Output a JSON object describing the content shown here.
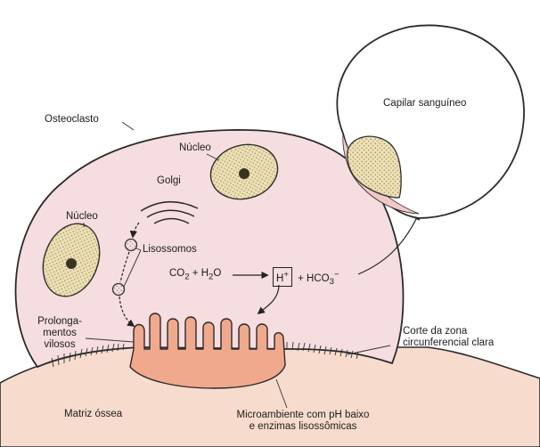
{
  "labels": {
    "osteoclast": "Osteoclasto",
    "capillary": "Capilar sanguíneo",
    "nucleus_top": "Núcleo",
    "nucleus_left": "Núcleo",
    "golgi": "Golgi",
    "lysosomes": "Lisossomos",
    "villi_line1": "Prolonga-",
    "villi_line2": "mentos",
    "villi_line3": "vilosos",
    "clear_zone_line1": "Corte da zona",
    "clear_zone_line2": "circunferencial clara",
    "bone_matrix": "Matriz óssea",
    "microenv_line1": "Microambiente com pH baixo",
    "microenv_line2": "e enzimas lisossômicas"
  },
  "equation": {
    "co2": "CO",
    "co2_sub": "2",
    "plus1": "+",
    "h2o_h": "H",
    "h2o_sub": "2",
    "h2o_o": "O",
    "h_plus": "H",
    "h_plus_sup": "+",
    "plus2": "+",
    "hco3": "HCO",
    "hco3_sub": "3",
    "hco3_sup": "−"
  },
  "colors": {
    "cytoplasm": "#f5dde0",
    "bone": "#f7dccd",
    "villi": "#f0a98d",
    "nucleus": "#ece0b4",
    "outline": "#2b2b2b"
  }
}
